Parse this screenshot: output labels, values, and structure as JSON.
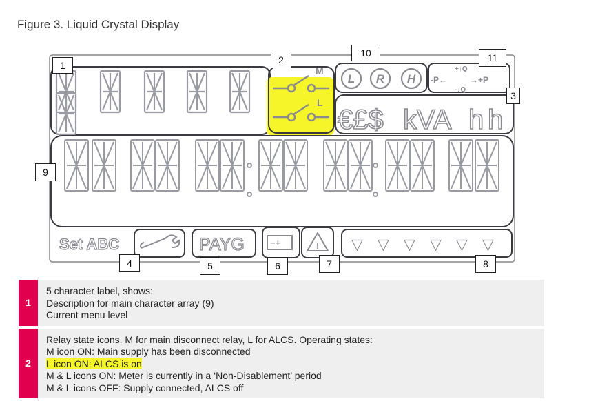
{
  "figure_title": "Figure 3. Liquid Crystal Display",
  "lcd": {
    "relay_m": "M",
    "relay_l": "L",
    "circle_icons": [
      "L",
      "R",
      "H"
    ],
    "currencies": "€£$",
    "unit_text": "kVA",
    "unit_h": "h",
    "unit_h2": "h",
    "dir_left": "-P←",
    "dir_right": "→+P",
    "q_plus": "+↑Q",
    "q_minus": "-↓Q",
    "set_abc": "Set ABC",
    "payg": "PAYG",
    "battery": "−+",
    "warning": "!",
    "triangles": [
      "▽",
      "▽",
      "▽",
      "▽",
      "▽",
      "▽"
    ]
  },
  "tags": [
    "1",
    "2",
    "3",
    "4",
    "5",
    "6",
    "7",
    "8",
    "9",
    "10",
    "11"
  ],
  "rows": [
    {
      "num": "1",
      "lines": [
        "5 character label, shows:",
        "Description for main character array (9)",
        "Current menu level"
      ]
    },
    {
      "num": "2",
      "lines": [
        "Relay state icons. M for main disconnect relay, L for ALCS. Operating states:",
        "M icon ON: Main supply has been disconnected",
        "L icon ON: ALCS is on",
        "M & L icons ON: Meter is currently in a ‘Non-Disablement’ period",
        "M & L icons OFF: Supply connected, ALCS off"
      ]
    }
  ],
  "colors": {
    "accent": "#e0004d",
    "highlight": "#f5f52a",
    "segment": "#9a9aa2",
    "outline": "#3a3a40"
  }
}
